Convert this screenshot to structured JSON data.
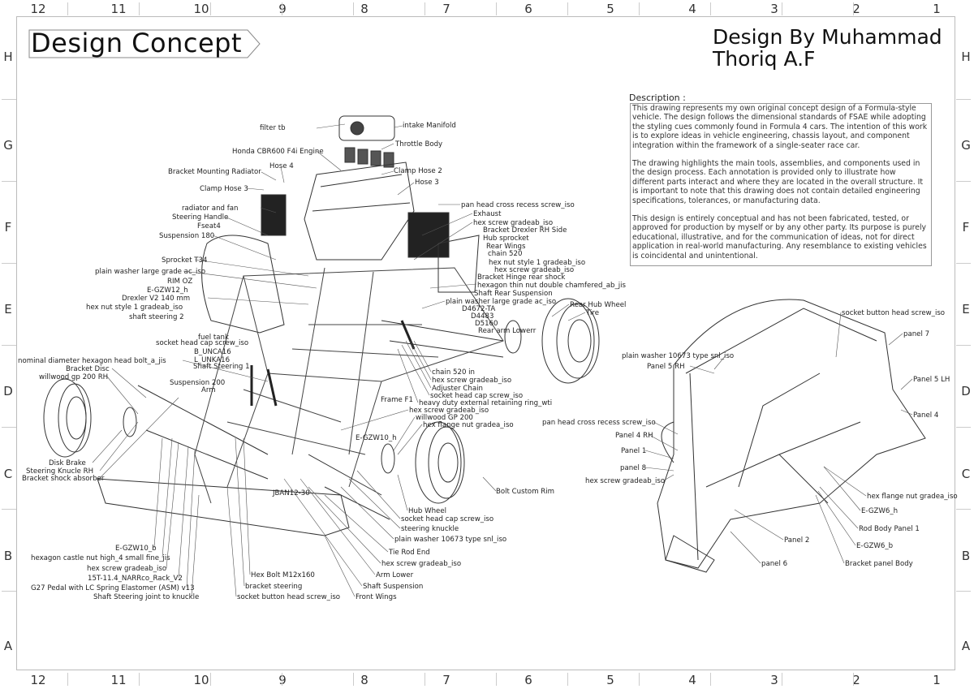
{
  "sheet": {
    "column_zones": [
      "12",
      "11",
      "10",
      "9",
      "8",
      "7",
      "6",
      "5",
      "4",
      "3",
      "2",
      "1"
    ],
    "row_zones": [
      "H",
      "G",
      "F",
      "E",
      "D",
      "C",
      "B",
      "A"
    ]
  },
  "title": "Design Concept",
  "author": {
    "line1": "Design By Muhammad",
    "line2": "Thoriq A.F"
  },
  "description": {
    "label": "Description :",
    "paragraphs": [
      "This drawing represents my own original concept design of a Formula-style vehicle. The design follows the dimensional standards of FSAE while adopting the styling cues commonly found in Formula 4 cars. The intention of this work is to explore ideas in vehicle engineering, chassis layout, and component integration within the framework of a single-seater race car.",
      "The drawing highlights the main tools, assemblies, and components used in the design process. Each annotation is provided only to illustrate how different parts interact and where they are located in the overall structure. It is important to note that this drawing does not contain detailed engineering specifications, tolerances, or manufacturing data.",
      "This design is entirely conceptual and has not been fabricated, tested, or approved for production by myself or by any other party. Its purpose is purely educational, illustrative, and for the communication of ideas, not for direct application in real-world manufacturing. Any resemblance to existing vehicles is coincidental and unintentional."
    ]
  },
  "chassis_callouts": {
    "top": [
      "filter tb",
      "intake Manifold",
      "Throttle Body",
      "Honda CBR600 F4i Engine",
      "Hose 4",
      "Bracket Mounting Radiator",
      "Clamp Hose 2",
      "Hose 3",
      "Clamp Hose 3"
    ],
    "left_upper": [
      "radiator and fan",
      "Steering Handle",
      "Fseat4",
      "Suspension 180",
      "Sprocket T34",
      "plain washer large grade ac_iso",
      "RIM OZ",
      "E-GZW12_h",
      "Drexler V2 140 mm",
      "hex nut style 1 gradeab_iso",
      "shaft steering 2",
      "fuel tank",
      "socket head cap screw_iso",
      "B_UNCA16",
      "L_UNKA16",
      "Shaft Steering 1",
      "Suspension 200",
      "Arm"
    ],
    "left_front": [
      "nominal diameter hexagon head bolt_a_jis",
      "Bracket Disc",
      "willwood gp 200 RH",
      "Disk Brake",
      "Steering Knucle RH",
      "Bracket shock absorber"
    ],
    "right_rear": [
      "pan head cross recess screw_iso",
      "Exhaust",
      "hex screw gradeab_iso",
      "Bracket Drexler RH Side",
      "Hub sprocket",
      "Rear Wings",
      "chain 520",
      "hex nut style 1 gradeab_iso",
      "hex screw gradeab_iso",
      "Bracket Hinge rear shock",
      "hexagon thin nut double chamfered_ab_jis",
      "Shaft Rear Suspension",
      "plain washer large grade ac_iso",
      "D4672-TA",
      "D4483",
      "D5160",
      "Rear arm Lowerr",
      "Rear Hub Wheel",
      "Tire"
    ],
    "center": [
      "chain 520 in",
      "hex screw gradeab_iso",
      "Adjuster Chain",
      "socket head cap screw_iso",
      "heavy duty external retaining ring_wti",
      "Frame F1",
      "hex screw gradeab_iso",
      "willwood GP 200",
      "hex flange nut gradea_iso",
      "E-GZW10_h",
      "JBAN12-30",
      "Bolt Custom Rim",
      "Hub Wheel"
    ],
    "bottom_right": [
      "socket head cap screw_iso",
      "steering knuckle",
      "plain washer 10673 type snl_iso",
      "Tie Rod End",
      "hex screw gradeab_iso",
      "Arm Lower",
      "Shaft Suspension",
      "Front Wings"
    ],
    "bottom_left": [
      "E-GZW10_b",
      "hexagon castle nut high_4 small fine_jis",
      "hex screw gradeab_iso",
      "15T-11.4_NARRco_Rack_V2",
      "G27 Pedal with LC Spring Elastomer (ASM) v13",
      "Shaft Steering joint to knuckle"
    ],
    "bottom_mid": [
      "Hex Bolt M12x160",
      "bracket steering",
      "socket button head screw_iso"
    ]
  },
  "body_callouts": {
    "left": [
      "plain washer 10673 type snl_iso",
      "Panel 5 RH",
      "pan head cross recess screw_iso",
      "Panel 4 RH",
      "Panel 1",
      "panel 8",
      "hex screw gradeab_iso"
    ],
    "right": [
      "socket button head screw_iso",
      "panel 7",
      "Panel 5 LH",
      "Panel 4",
      "hex flange nut gradea_iso",
      "E-GZW6_h",
      "Rod Body Panel 1",
      "E-GZW6_b",
      "Bracket panel Body"
    ],
    "bottom": [
      "Panel 2",
      "panel 6"
    ]
  }
}
